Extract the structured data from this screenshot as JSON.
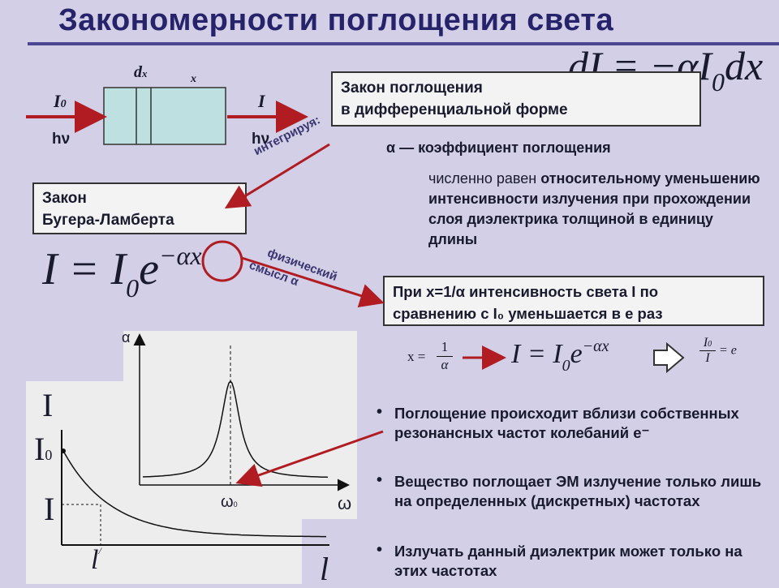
{
  "title": "Закономерности поглощения света",
  "diff_formula": "dI = −αI₀dx",
  "diff_law": [
    "Закон поглощения",
    "в дифференциальной форме"
  ],
  "slab": {
    "I0": "I₀",
    "I": "I",
    "hv_in": "hν",
    "hv_out": "hν",
    "dx": "dₓ",
    "x": "x"
  },
  "integrating": "интегрируя:",
  "bouguer_law": [
    "Закон",
    "Бугера-Ламберта"
  ],
  "main_formula": "I = I₀e^(−αx)",
  "physical_meaning": [
    "физический",
    "смысл α"
  ],
  "alpha_def": "α — коэффициент поглощения",
  "alpha_desc_plain": "численно равен ",
  "alpha_desc_bold": "относительному уменьшению интенсивности излучения при прохождении слоя диэлектрика толщиной в единицу длины",
  "note": [
    "При x=1/α интенсивность света I по",
    "сравнению с I₀ уменьшается в e раз"
  ],
  "eq_row": {
    "x_eq": "x =",
    "frac_num": "1",
    "frac_den": "α",
    "formula": "I = I₀e^(−αx)",
    "ratio_num": "I₀",
    "ratio_den": "I",
    "ratio_rhs": "= e"
  },
  "bullets": [
    "Поглощение происходит вблизи собственных резонансных частот колебаний e⁻",
    "Вещество поглощает ЭМ излучение только лишь на определенных (дискретных) частотах",
    "Излучать данный диэлектрик может только на этих частотах"
  ],
  "resonance_plot": {
    "ylabel": "α",
    "xlabel": "ω",
    "peak_label": "ω₀"
  },
  "decay_plot": {
    "ylabel": "I",
    "I0_label": "I",
    "I0_sub": "0",
    "I_label": "I",
    "l_label": "l",
    "l_prime": "l′",
    "xlabel": "l"
  },
  "colors": {
    "title": "#26236b",
    "arrow": "#b01c22",
    "box_bg": "#f3f3f3",
    "slab": "#bfe0e0"
  }
}
